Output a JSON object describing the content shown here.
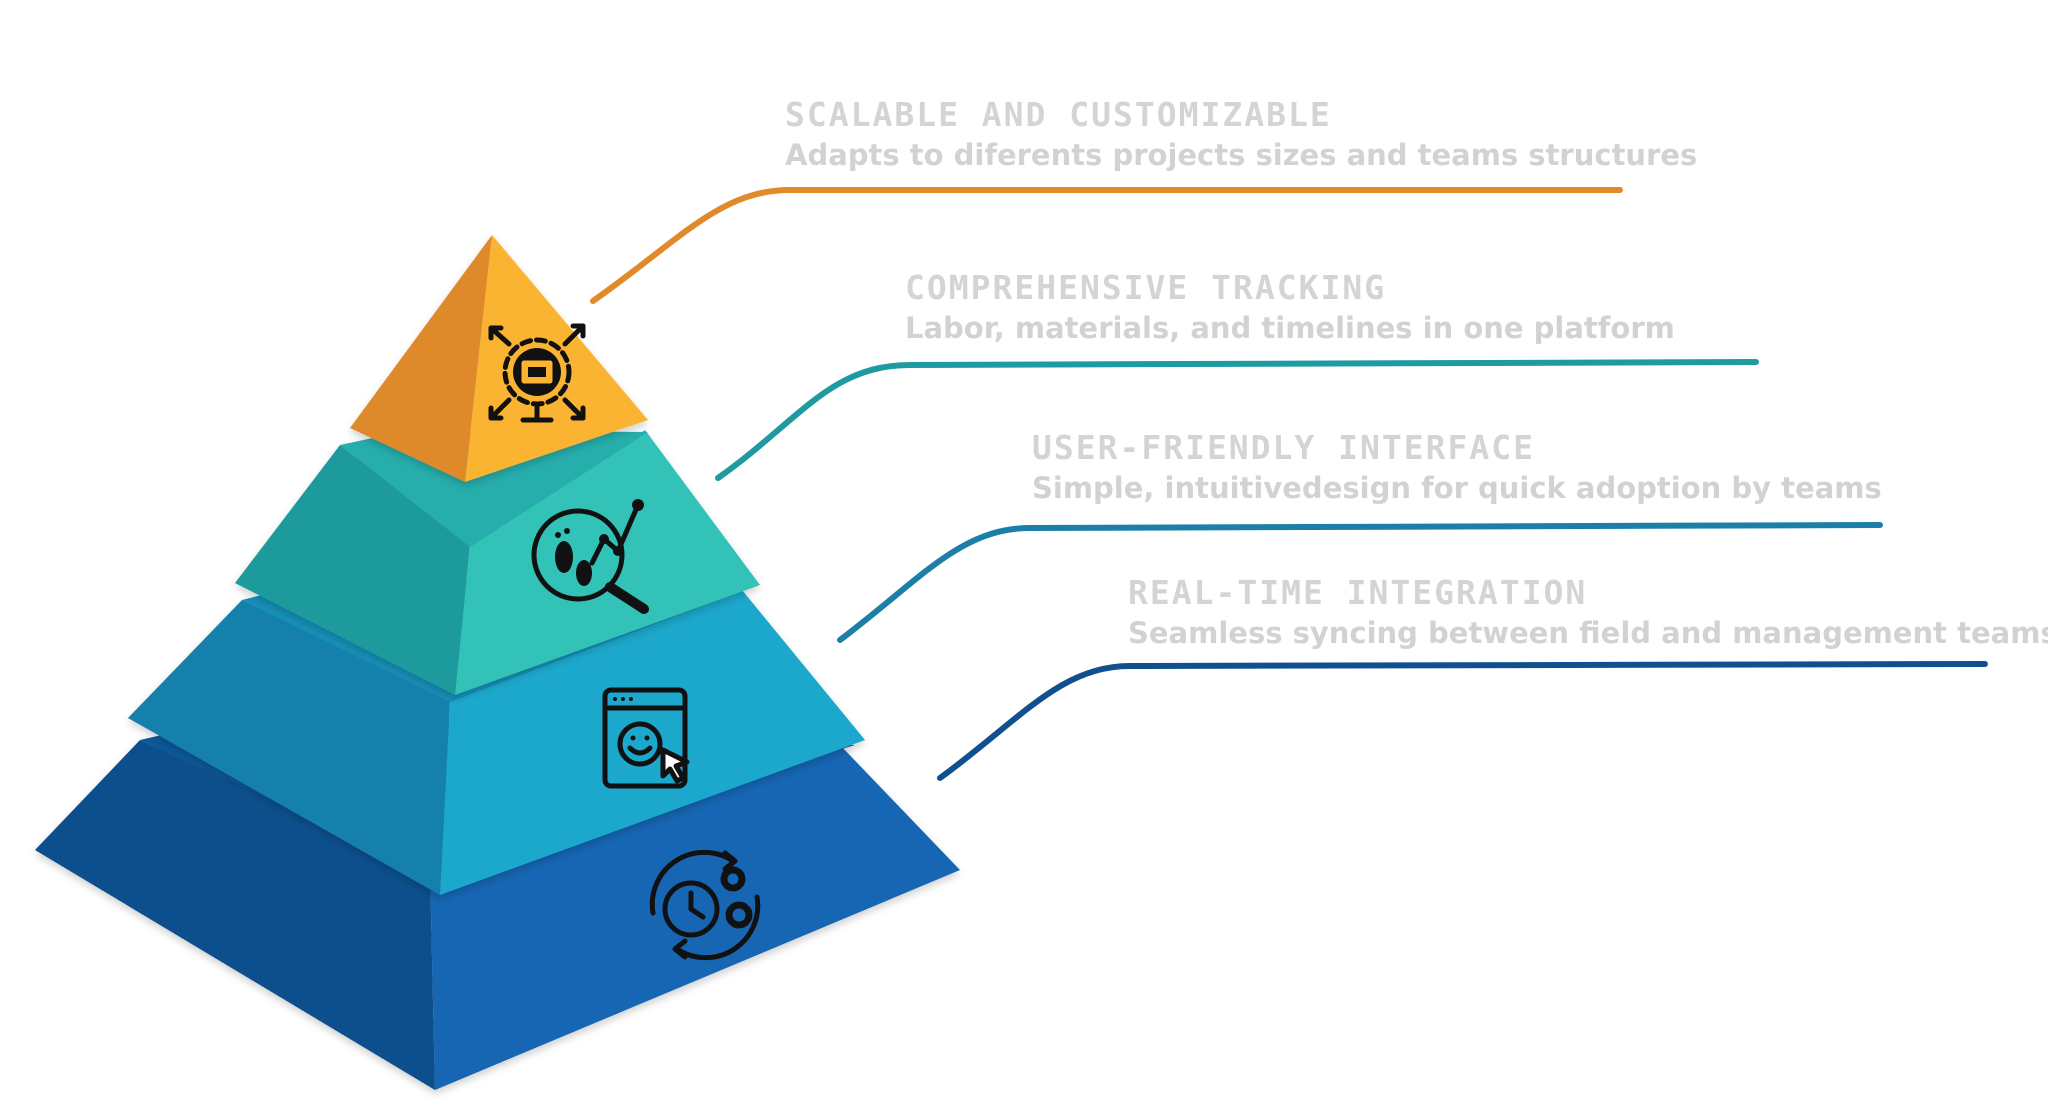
{
  "tiers": [
    {
      "title": "SCALABLE AND CUSTOMIZABLE",
      "description": "Adapts to diferents projects sizes and teams structures",
      "icon": "gear-arrows-expand-icon",
      "color": "#f5a623",
      "line_color": "#e08a2a"
    },
    {
      "title": "COMPREHENSIVE TRACKING",
      "description": "Labor, materials, and timelines in one platform",
      "icon": "footprint-chart-magnifier-icon",
      "color": "#2fbfb6",
      "line_color": "#1e9aa0"
    },
    {
      "title": "USER-FRIENDLY INTERFACE",
      "description": "Simple, intuitivedesign for quick adoption by teams",
      "icon": "browser-smiley-cursor-icon",
      "color": "#1ca3c8",
      "line_color": "#1b7fa8"
    },
    {
      "title": "REAL-TIME INTEGRATION",
      "description": "Seamless syncing between field and management teams",
      "icon": "clock-gears-sync-icon",
      "color": "#1565b0",
      "line_color": "#11508f"
    }
  ]
}
